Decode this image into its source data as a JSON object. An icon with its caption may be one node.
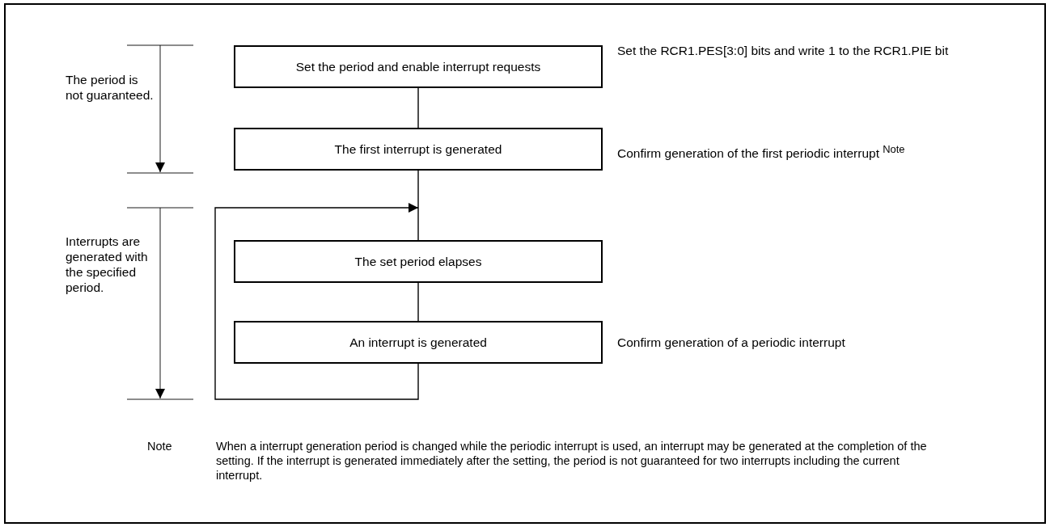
{
  "diagram": {
    "nodes": [
      {
        "text": [
          "Set the period and enable interrupt requests"
        ],
        "beside": [
          "Set the RCR1.PES[3:0] bits and write 1 to the RCR1.PIE bit"
        ]
      },
      {
        "text": [
          "The first interrupt is generated"
        ],
        "beside": [
          "Confirm generation of the first periodic interrupt $^{Note}$"
        ]
      },
      {
        "text": [
          "The set period elapses"
        ]
      },
      {
        "text": [
          "An interrupt is generated"
        ],
        "beside": [
          "Confirm generation of a periodic interrupt"
        ]
      }
    ],
    "edges": [
      {
        "from": 0,
        "to": 1,
        "arrow": "none"
      },
      {
        "from": 1,
        "to": 2,
        "arrow": "none"
      },
      {
        "from": 2,
        "to": 3,
        "arrow": "none"
      },
      {
        "from": 3,
        "to": 2,
        "arrow": "to"
      }
    ],
    "labels": [
      "The period is not guaranteed.",
      "Interrupts are generated with the specified period.",
      "Note",
      "When a interrupt generation period is changed while the periodic interrupt is used, an interrupt may be generated at the completion of the setting. If the interrupt is generated immediately after the setting, the period is not guaranteed for two interrupts including the current interrupt."
    ]
  }
}
